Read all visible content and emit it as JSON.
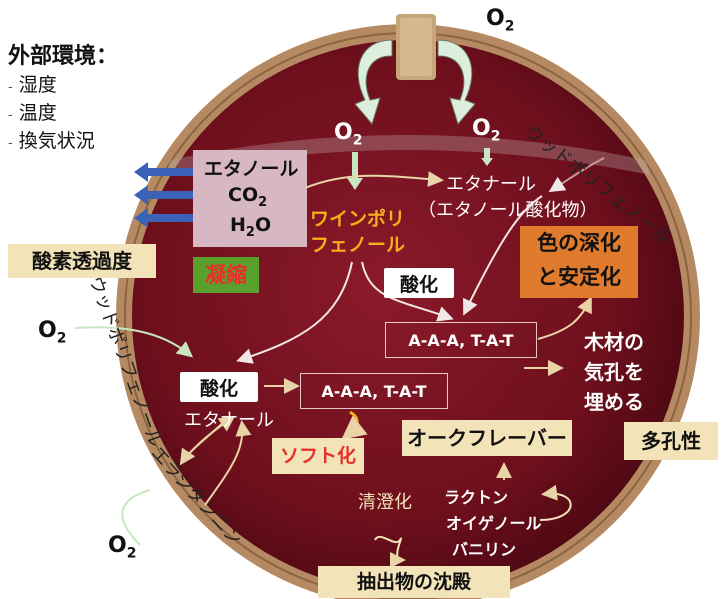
{
  "external": {
    "title": "外部環境：",
    "items": [
      "湿度",
      "温度",
      "換気状況"
    ]
  },
  "labels": {
    "o2": "O",
    "o2_sub": "2",
    "wood_polyphenol": "ウッドポリフェノール",
    "ellagitannin": "エラジタンニン",
    "oxygen_permeability": "酸素透過度",
    "condensation": "凝縮",
    "ethanol": "エタノール",
    "co2": "CO",
    "co2_sub": "2",
    "h2o_h": "H",
    "h2o_sub": "2",
    "h2o_o": "O",
    "ethanal_top": "エタナール",
    "ethanal_top_sub": "（エタノール酸化物）",
    "wine_polyphenol_1": "ワインポリ",
    "wine_polyphenol_2": "フェノール",
    "oxidation": "酸化",
    "aaa_tat": "A-A-A, T-A-T",
    "ethanal": "エタナール",
    "soft": "ソフト化",
    "color_1": "色の深化",
    "color_2": "と安定化",
    "wood_pores_1": "木材の",
    "wood_pores_2": "気孔を",
    "wood_pores_3": "埋める",
    "porosity": "多孔性",
    "oak_flavor": "オークフレーバー",
    "clarification": "清澄化",
    "lactone": "ラクトン",
    "eugenol": "オイゲノール",
    "vanillin": "バニリン",
    "sediment": "抽出物の沈殿"
  },
  "colors": {
    "barrel_wood": "#b58a63",
    "wine_dark": "#6e0f1c",
    "wine_mid": "#8a1a2a",
    "orange_box": "#e07a2c",
    "cream_box": "#f2e3b8",
    "yellow_text": "#f5b01a",
    "condense_green": "#5aa02c",
    "condense_red": "#e8302a",
    "mauve_box": "#d6b7c2",
    "blue_arrow": "#3a63b8",
    "arrow_cream": "#e9d4a8",
    "arrow_green": "#c8e6bf"
  }
}
